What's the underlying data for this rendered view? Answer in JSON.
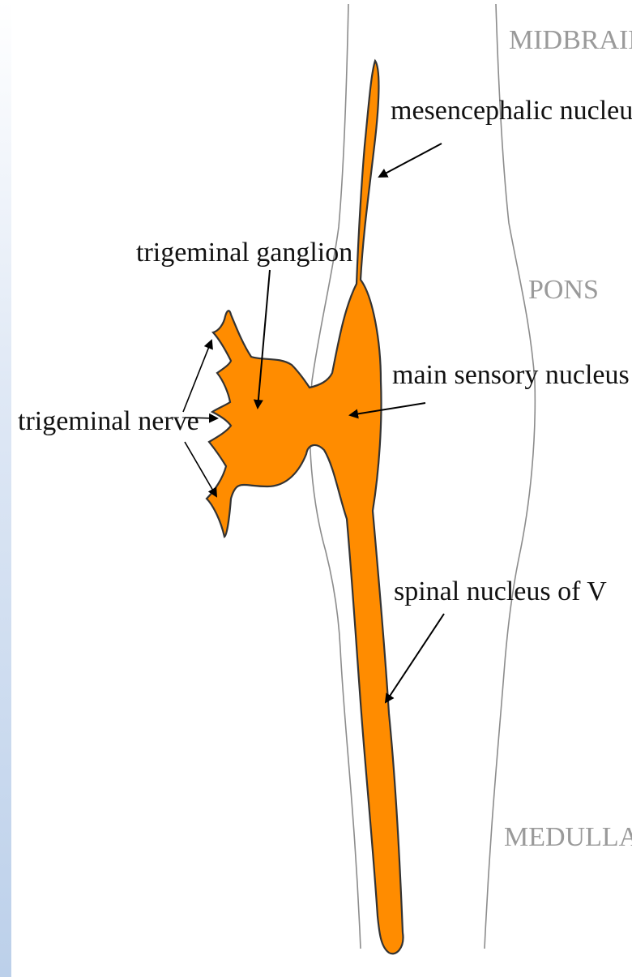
{
  "regions": {
    "midbrain": "MIDBRAIN",
    "pons": "PONS",
    "medulla": "MEDULLA"
  },
  "labels": {
    "mesencephalic": "mesencephalic nucleus",
    "ganglion": "trigeminal ganglion",
    "main_sensory": "main sensory nucleus",
    "nerve": "trigeminal nerve",
    "spinal": "spinal nucleus of V"
  },
  "colors": {
    "nucleus_fill": "#FF8C00",
    "outline": "#333333",
    "brainstem_outline": "#8c8c8c",
    "side_bar_top": "#ffffff",
    "side_bar_bottom": "#bcd0ea"
  }
}
